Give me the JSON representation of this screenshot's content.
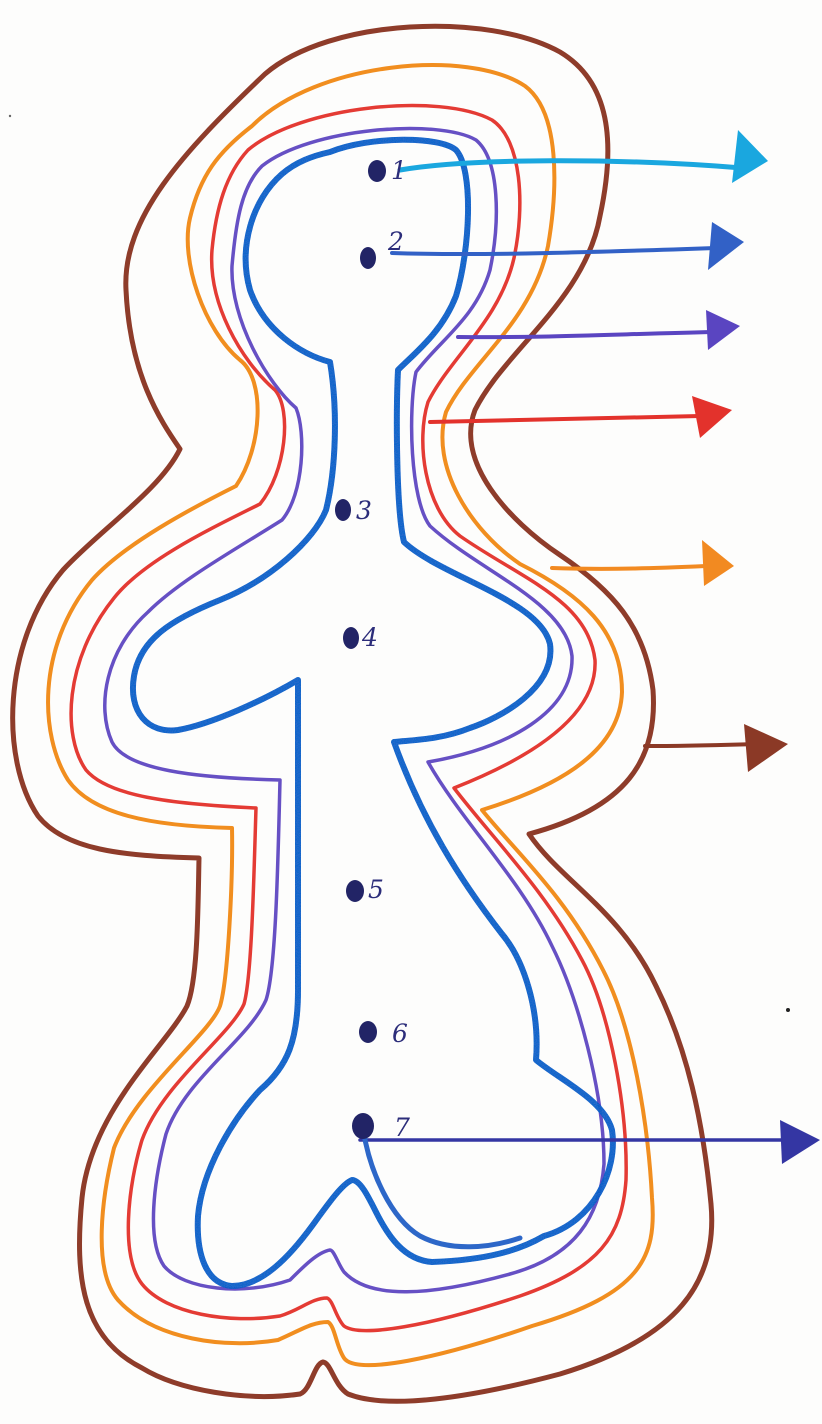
{
  "diagram": {
    "layers": [
      {
        "name": "outer-brown-contour",
        "color": "#8e3c2a"
      },
      {
        "name": "orange-contour",
        "color": "#f18e1f"
      },
      {
        "name": "red-contour",
        "color": "#e43b34"
      },
      {
        "name": "violet-contour",
        "color": "#6650c4"
      },
      {
        "name": "blue-body-outline",
        "color": "#2d67c8"
      },
      {
        "name": "body-fill",
        "color": "#a6e1ec"
      }
    ],
    "points": [
      {
        "label": "1"
      },
      {
        "label": "2"
      },
      {
        "label": "3"
      },
      {
        "label": "4"
      },
      {
        "label": "5"
      },
      {
        "label": "6"
      },
      {
        "label": "7"
      }
    ],
    "arrows": [
      {
        "name": "arrow-cyan",
        "color": "#1aa7df"
      },
      {
        "name": "arrow-blue",
        "color": "#3261c6"
      },
      {
        "name": "arrow-violet",
        "color": "#5a45c1"
      },
      {
        "name": "arrow-red",
        "color": "#e3322c"
      },
      {
        "name": "arrow-orange",
        "color": "#f28a21"
      },
      {
        "name": "arrow-brown",
        "color": "#8b3926"
      },
      {
        "name": "arrow-dark-blue",
        "color": "#3436a3"
      }
    ]
  }
}
